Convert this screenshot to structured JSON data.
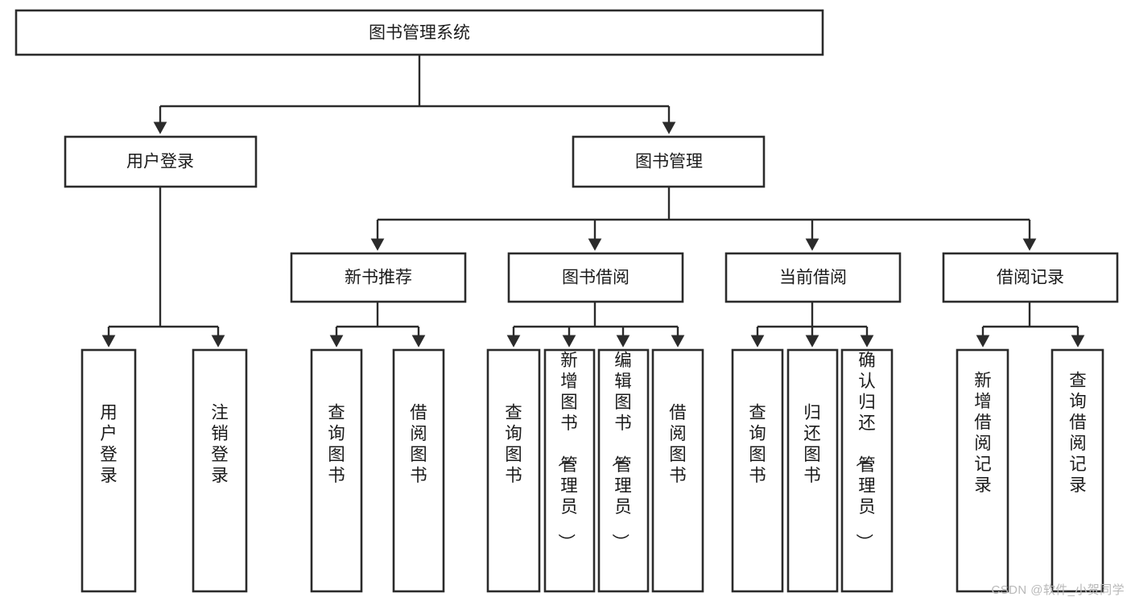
{
  "diagram": {
    "title_node": {
      "label": "图书管理系统"
    },
    "style": {
      "box_fill": "#ffffff",
      "box_stroke": "#2b2b2b",
      "text_color": "#1b1b1b",
      "watermark_color": "#b9b9b9"
    },
    "level2": [
      {
        "label": "用户登录"
      },
      {
        "label": "图书管理"
      }
    ],
    "level3": [
      {
        "label": "新书推荐"
      },
      {
        "label": "图书借阅"
      },
      {
        "label": "当前借阅"
      },
      {
        "label": "借阅记录"
      }
    ],
    "leaves": [
      {
        "label": "用户登录",
        "parent": "用户登录"
      },
      {
        "label": "注销登录",
        "parent": "用户登录"
      },
      {
        "label": "查询图书",
        "parent": "新书推荐"
      },
      {
        "label": "借阅图书",
        "parent": "新书推荐"
      },
      {
        "label": "查询图书",
        "parent": "图书借阅"
      },
      {
        "label": "新增图书（管理员）",
        "parent": "图书借阅"
      },
      {
        "label": "编辑图书（管理员）",
        "parent": "图书借阅"
      },
      {
        "label": "借阅图书",
        "parent": "图书借阅"
      },
      {
        "label": "查询图书",
        "parent": "当前借阅"
      },
      {
        "label": "归还图书",
        "parent": "当前借阅"
      },
      {
        "label": "确认归还（管理员）",
        "parent": "当前借阅"
      },
      {
        "label": "新增借阅记录",
        "parent": "借阅记录"
      },
      {
        "label": "查询借阅记录",
        "parent": "借阅记录"
      }
    ]
  },
  "watermark": {
    "text": "CSDN @软件_小贺同学"
  }
}
